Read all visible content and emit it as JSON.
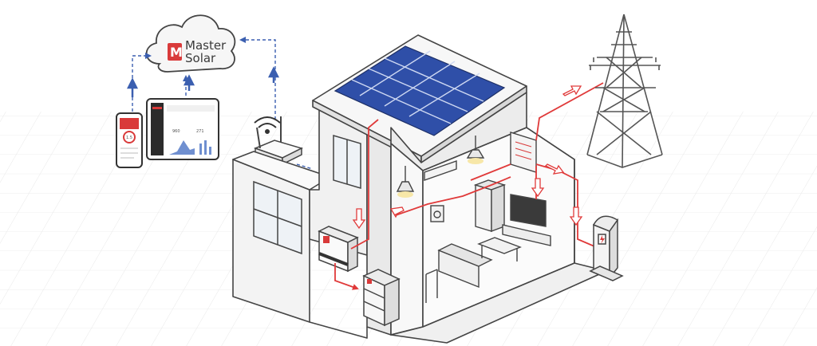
{
  "brand": {
    "name_line1": "Master",
    "name_line2": "Solar",
    "logo_mark": "M",
    "accent_color": "#d93a3a"
  },
  "colors": {
    "power_flow": "#e03a3a",
    "data_flow": "#3b5fb0",
    "panel": "#2f4fa8",
    "outline": "#444444"
  },
  "devices": {
    "phone_reading": "1.5",
    "tablet_left_value": "960",
    "tablet_right_value": "271"
  },
  "icons": [
    "cloud-icon",
    "wifi-icon",
    "battery-icon",
    "lightning-icon",
    "phone-icon",
    "tablet-icon"
  ]
}
